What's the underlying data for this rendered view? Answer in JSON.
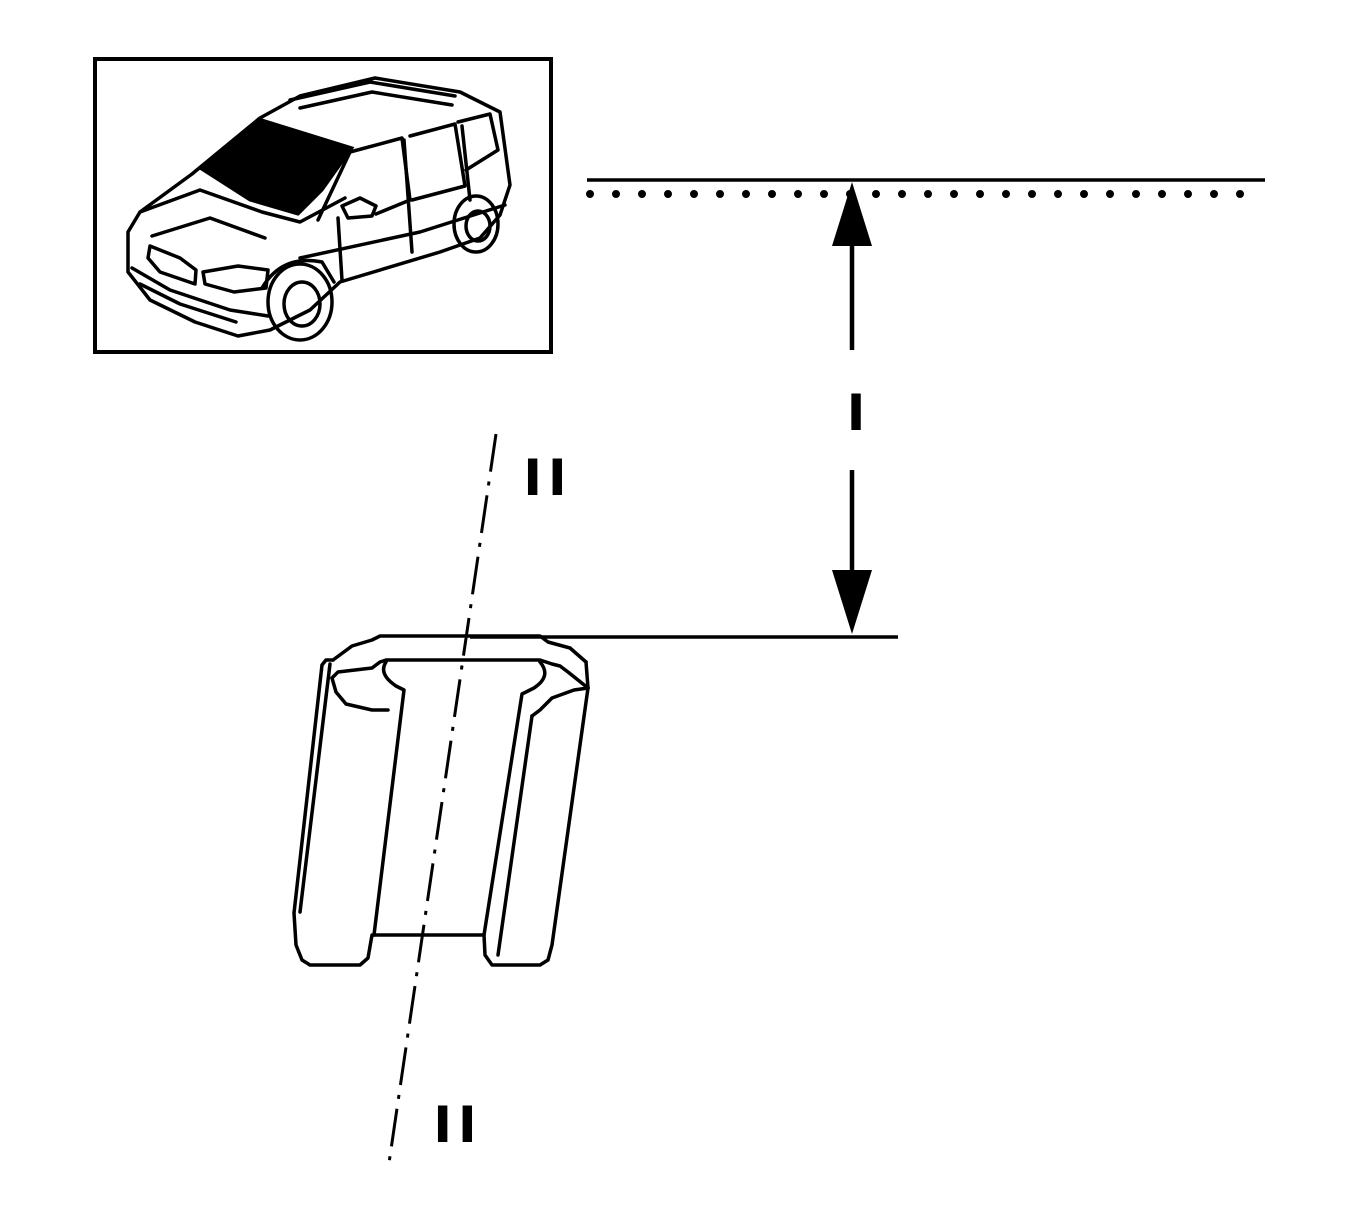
{
  "labels": {
    "dimension": "I",
    "axis_top": "II",
    "axis_bottom": "II"
  },
  "colors": {
    "ink": "#000000",
    "paper": "#ffffff"
  },
  "icons": {
    "vehicle": "minivan-icon"
  }
}
